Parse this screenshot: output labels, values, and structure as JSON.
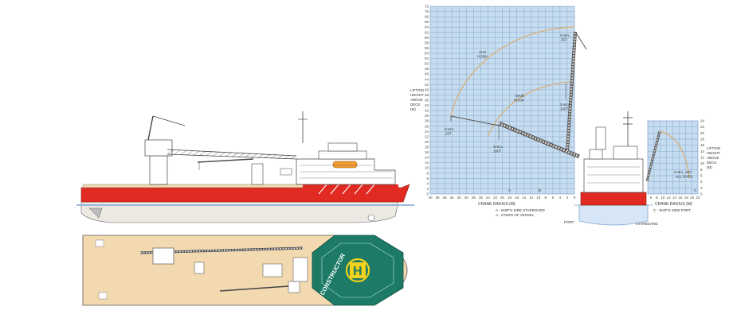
{
  "chart_left": {
    "y_ticks": [
      "0",
      "2",
      "4",
      "6",
      "8",
      "10",
      "12",
      "14",
      "16",
      "18",
      "20",
      "22",
      "24",
      "26",
      "28",
      "30",
      "32",
      "34",
      "36",
      "38",
      "40",
      "42",
      "44",
      "46",
      "48",
      "50",
      "52",
      "54",
      "56",
      "58",
      "60",
      "62",
      "64",
      "66",
      "68",
      "70",
      "72"
    ],
    "x_ticks": [
      "40",
      "38",
      "36",
      "34",
      "32",
      "30",
      "28",
      "26",
      "24",
      "22",
      "20",
      "18",
      "16",
      "14",
      "12",
      "10",
      "8",
      "6",
      "4",
      "2",
      "0"
    ],
    "x_axis_label": "CRANE RADIUS (M)",
    "y_axis_label": [
      "LIFTING",
      "HEIGHT",
      "ABOVE",
      "DECK",
      "(M)"
    ],
    "aux_hook": [
      "AUX",
      "HOOK"
    ],
    "main_hook": [
      "MAIN",
      "HOOK"
    ],
    "swl_top": [
      "S.W.L.",
      "25T"
    ],
    "swl_mid": [
      "S.W.L.",
      "100T"
    ],
    "swl_left": [
      "S.W.L.",
      "25T"
    ],
    "swl_low": [
      "S.W.L.",
      "100T"
    ],
    "ref_a": "A",
    "ref_b": "B",
    "notes": [
      "A - SHIP'S SIDE STARBOARD",
      "A - STERN OF VESSEL"
    ],
    "port": "PORT",
    "starboard": "STARBOARD"
  },
  "chart_right": {
    "y_ticks": [
      "0",
      "2",
      "4",
      "6",
      "8",
      "10",
      "12",
      "14",
      "16",
      "18",
      "20",
      "22",
      "24"
    ],
    "x_ticks": [
      "6",
      "8",
      "10",
      "12",
      "14",
      "16",
      "18",
      "20",
      "22"
    ],
    "x_axis_label": "CRANE RADIUS (M)",
    "y_axis_label": [
      "LIFTING",
      "HEIGHT",
      "ABOVE",
      "DECK",
      "(M)"
    ],
    "swl": [
      "S.W.L. 25T",
      "ALL RADII"
    ],
    "ref_c": "C",
    "note": "C - SHIP'S SIDE PORT"
  },
  "vessel": {
    "name": "CONSTRUCTOR",
    "helipad_letter": "H"
  },
  "colors": {
    "grid_fill": "#c6dcef",
    "grid_line": "#6f95c3",
    "hull_red": "#e12b22",
    "deck_tan": "#f2d9b0",
    "helideck_green": "#1c7a66",
    "helipad_yellow": "#f2d21a"
  }
}
